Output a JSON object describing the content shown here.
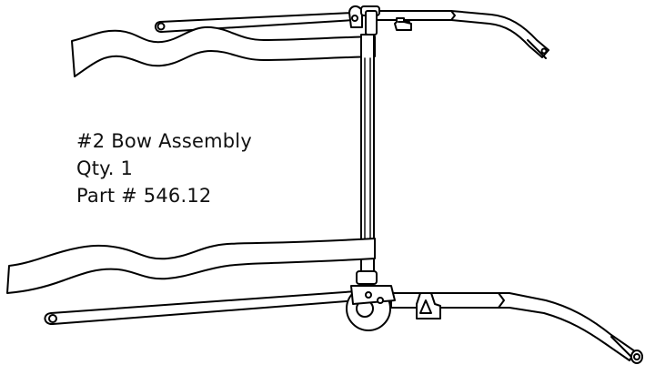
{
  "caption": {
    "title": "#2 Bow Assembly",
    "quantity": "Qty. 1",
    "part_number": "Part # 546.12"
  },
  "colors": {
    "line": "#000000",
    "fill": "#ffffff",
    "text": "#111111"
  }
}
